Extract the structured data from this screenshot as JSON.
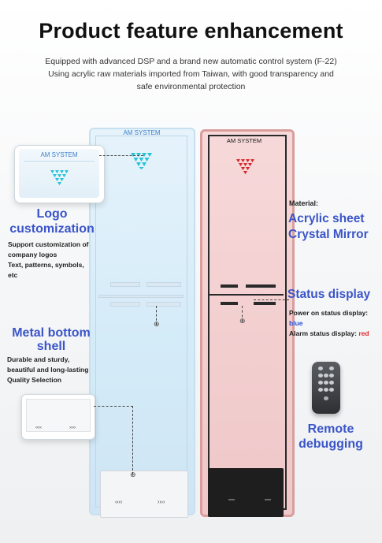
{
  "header": {
    "title": "Product feature enhancement",
    "subtitle_lines": [
      "Equipped with advanced DSP and a brand new automatic control system (F-22)",
      "Using acrylic raw materials imported from Taiwan, with good transparency and",
      "safe environmental protection"
    ]
  },
  "gates": {
    "left_label": "AM SYSTEM",
    "right_label": "AM SYSTEM",
    "inset_label": "AM SYSTEM",
    "base_glyph_a": "‹‹‹‹",
    "base_glyph_b": "››››"
  },
  "features": {
    "logo": {
      "title_line1": "Logo",
      "title_line2": "customization",
      "desc": [
        "Support customization of",
        "company logos",
        "Text, patterns, symbols,",
        "etc"
      ]
    },
    "metal": {
      "title_line1": "Metal bottom",
      "title_line2": "shell",
      "desc": [
        "Durable and sturdy,",
        "beautiful and long-lasting",
        "Quality Selection"
      ]
    },
    "material": {
      "label": "Material:",
      "line1": "Acrylic sheet",
      "line2": "Crystal Mirror"
    },
    "status": {
      "title": "Status display",
      "power_text": "Power on status display:",
      "power_value": "blue",
      "alarm_text": "Alarm status display:",
      "alarm_value": "red"
    },
    "remote": {
      "line1": "Remote",
      "line2": "debugging"
    }
  },
  "colors": {
    "accent": "#3a55c9",
    "status_blue": "#2b4fd6",
    "status_red": "#e0262b",
    "logo_cyan": "#25c2d8",
    "logo_red": "#d9252a"
  }
}
